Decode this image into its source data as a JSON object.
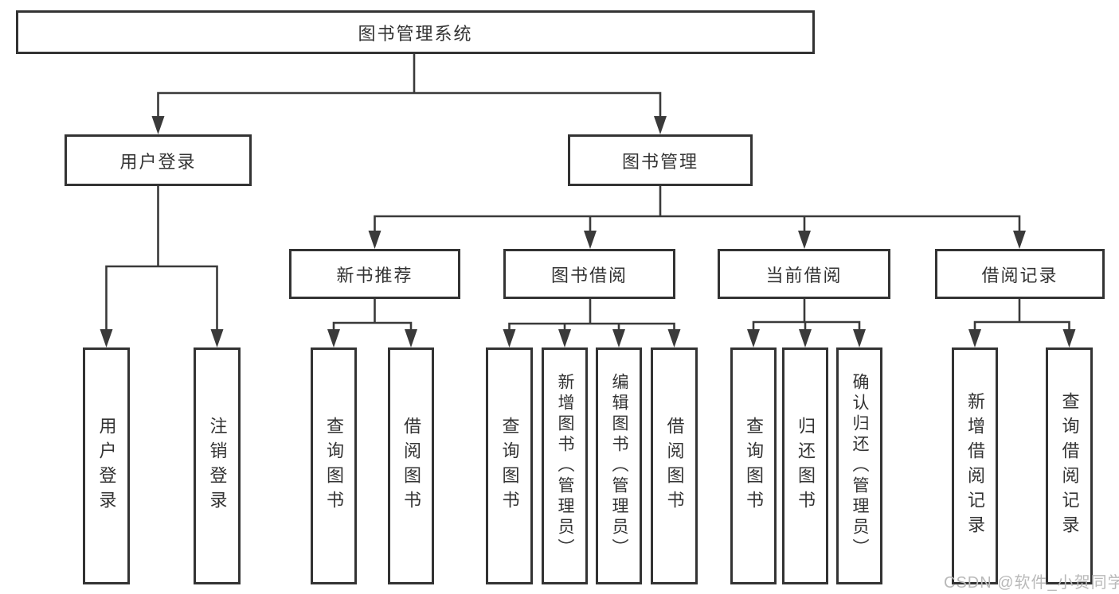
{
  "diagram": {
    "colors": {
      "background": "#ffffff",
      "box_border": "#333333",
      "line": "#3a3a3a",
      "text": "#333333",
      "watermark_text": "#b9b9b9"
    },
    "watermark": "CSDN @软件_小贺同学",
    "nodes": {
      "root": {
        "label": "图书管理系统"
      },
      "user_login_group": {
        "label": "用户登录"
      },
      "book_mgmt": {
        "label": "图书管理"
      },
      "new_book_rec": {
        "label": "新书推荐"
      },
      "book_borrow": {
        "label": "图书借阅"
      },
      "current_borrow": {
        "label": "当前借阅"
      },
      "borrow_records": {
        "label": "借阅记录"
      },
      "user_login": {
        "label": "用户登录"
      },
      "logout_login": {
        "label": "注销登录"
      },
      "query_book_rec": {
        "label": "查询图书"
      },
      "borrow_book_rec": {
        "label": "借阅图书"
      },
      "query_book_borrow": {
        "label": "查询图书"
      },
      "add_book_admin": {
        "label": "新增图书（管理员）"
      },
      "edit_book_admin": {
        "label": "编辑图书（管理员）"
      },
      "borrow_book_borrow": {
        "label": "借阅图书"
      },
      "query_book_current": {
        "label": "查询图书"
      },
      "return_book": {
        "label": "归还图书"
      },
      "confirm_return_admin": {
        "label": "确认归还（管理员）"
      },
      "add_borrow_record": {
        "label": "新增借阅记录"
      },
      "query_borrow_record": {
        "label": "查询借阅记录"
      }
    },
    "hierarchy": {
      "图书管理系统": {
        "用户登录": [
          "用户登录",
          "注销登录"
        ],
        "图书管理": {
          "新书推荐": [
            "查询图书",
            "借阅图书"
          ],
          "图书借阅": [
            "查询图书",
            "新增图书（管理员）",
            "编辑图书（管理员）",
            "借阅图书"
          ],
          "当前借阅": [
            "查询图书",
            "归还图书",
            "确认归还（管理员）"
          ],
          "借阅记录": [
            "新增借阅记录",
            "查询借阅记录"
          ]
        }
      }
    }
  }
}
